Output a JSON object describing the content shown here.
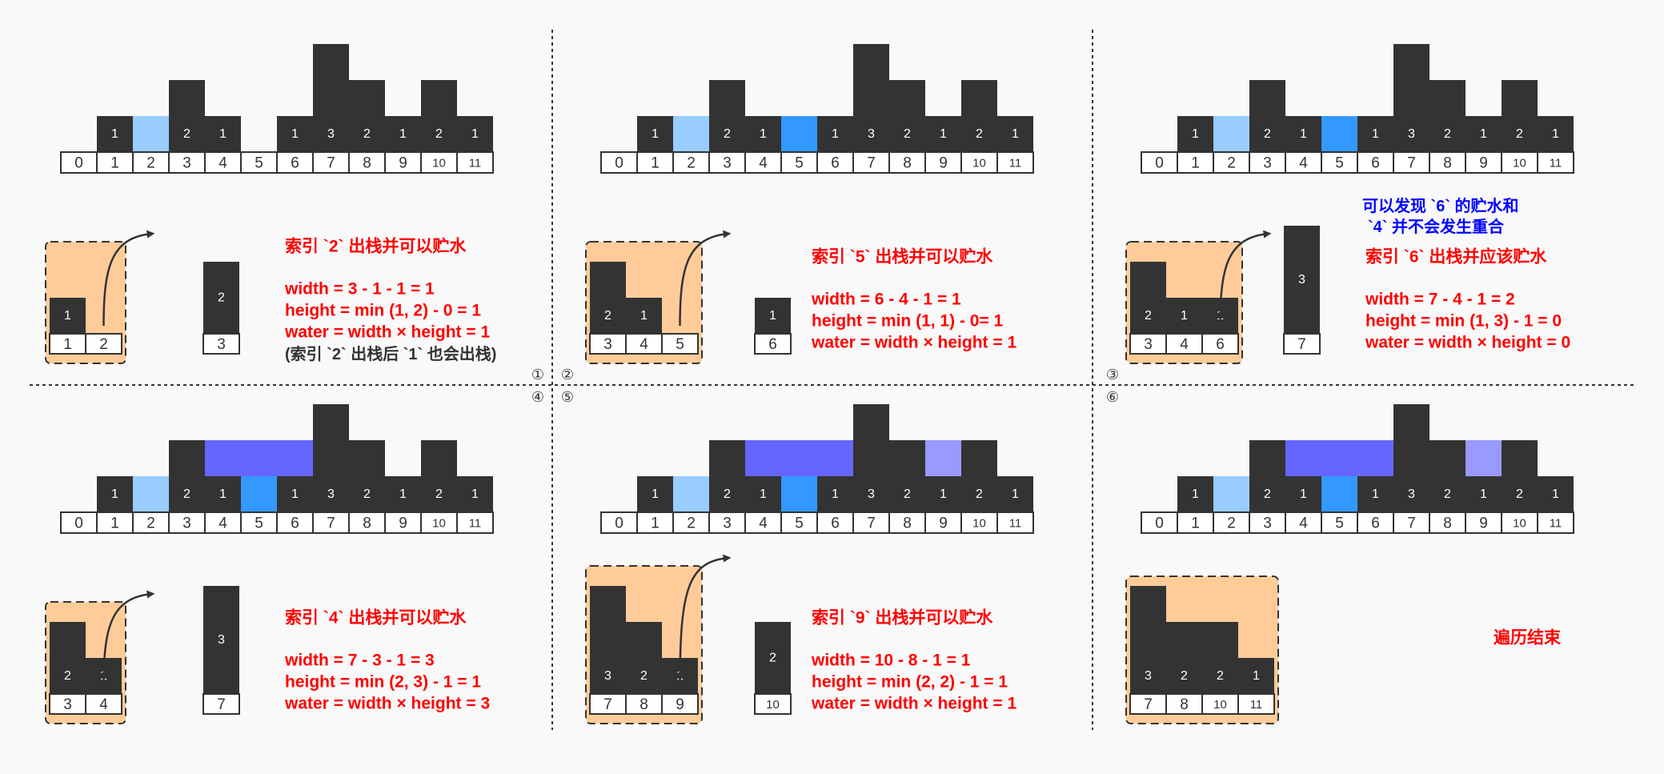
{
  "colors": {
    "bar": "#333333",
    "bar_text": "#ffffff",
    "water_light": "#99ccff",
    "water_blue": "#3399ff",
    "water_indigo": "#6666ff",
    "water_lavender": "#9999ff",
    "stack_bg": "#ffcc99",
    "red_text": "#ff0000",
    "blue_text": "#0000ff",
    "dark_text": "#333333",
    "divider": "#333333"
  },
  "heights": [
    0,
    1,
    0,
    2,
    1,
    0,
    1,
    3,
    2,
    1,
    2,
    1
  ],
  "index_labels": [
    "0",
    "1",
    "2",
    "3",
    "4",
    "5",
    "6",
    "7",
    "8",
    "9",
    "10",
    "11"
  ],
  "markers": [
    "①",
    "②",
    "③",
    "④",
    "⑤",
    "⑥"
  ],
  "panels": [
    {
      "water": [
        {
          "from": 2,
          "to": 2,
          "level": 1,
          "color": "water_light"
        }
      ],
      "stack": [
        {
          "h": 1,
          "label": "1",
          "idx": "1"
        },
        {
          "h": 0,
          "label": "",
          "idx": "2"
        }
      ],
      "popped": {
        "h": 2,
        "label": "2",
        "idx": "3"
      },
      "text": {
        "title": "索引 `2` 出栈并可以贮水",
        "width": "width = 3 - 1 - 1 = 1",
        "height": "height = min (1, 2) - 0 = 1",
        "water": "water = width × height = 1",
        "note": "(索引 `2` 出栈后 `1` 也会出栈)"
      }
    },
    {
      "water": [
        {
          "from": 2,
          "to": 2,
          "level": 1,
          "color": "water_light"
        },
        {
          "from": 5,
          "to": 5,
          "level": 1,
          "color": "water_blue"
        }
      ],
      "stack": [
        {
          "h": 2,
          "label": "2",
          "idx": "3"
        },
        {
          "h": 1,
          "label": "1",
          "idx": "4"
        },
        {
          "h": 0,
          "label": "",
          "idx": "5"
        }
      ],
      "popped": {
        "h": 1,
        "label": "1",
        "idx": "6"
      },
      "text": {
        "title": "索引 `5` 出栈并可以贮水",
        "width": "width = 6 - 4 - 1 = 1",
        "height": "height = min (1, 1) - 0= 1",
        "water": "water = width × height = 1"
      }
    },
    {
      "water": [
        {
          "from": 2,
          "to": 2,
          "level": 1,
          "color": "water_light"
        },
        {
          "from": 5,
          "to": 5,
          "level": 1,
          "color": "water_blue"
        }
      ],
      "stack": [
        {
          "h": 2,
          "label": "2",
          "idx": "3"
        },
        {
          "h": 1,
          "label": "1",
          "idx": "4"
        },
        {
          "h": 1,
          "label": "1",
          "idx": "6"
        }
      ],
      "popped": {
        "h": 3,
        "label": "3",
        "idx": "7"
      },
      "text": {
        "note_blue_1": "可以发现 `6` 的贮水和",
        "note_blue_2": "`4` 并不会发生重合",
        "title": "索引 `6` 出栈并应该贮水",
        "width": "width = 7 - 4 - 1 = 2",
        "height": "height = min (1, 3) - 1 = 0",
        "water": "water = width × height = 0"
      }
    },
    {
      "water": [
        {
          "from": 2,
          "to": 2,
          "level": 1,
          "color": "water_light"
        },
        {
          "from": 5,
          "to": 5,
          "level": 1,
          "color": "water_blue"
        },
        {
          "from": 4,
          "to": 6,
          "level": 2,
          "color": "water_indigo"
        }
      ],
      "stack": [
        {
          "h": 2,
          "label": "2",
          "idx": "3"
        },
        {
          "h": 1,
          "label": "1",
          "idx": "4"
        }
      ],
      "popped": {
        "h": 3,
        "label": "3",
        "idx": "7"
      },
      "text": {
        "title": "索引 `4` 出栈并可以贮水",
        "width": "width = 7 - 3 - 1 = 3",
        "height": "height = min (2, 3) - 1 = 1",
        "water": "water = width × height = 3"
      }
    },
    {
      "water": [
        {
          "from": 2,
          "to": 2,
          "level": 1,
          "color": "water_light"
        },
        {
          "from": 5,
          "to": 5,
          "level": 1,
          "color": "water_blue"
        },
        {
          "from": 4,
          "to": 6,
          "level": 2,
          "color": "water_indigo"
        },
        {
          "from": 9,
          "to": 9,
          "level": 2,
          "color": "water_lavender"
        }
      ],
      "stack": [
        {
          "h": 3,
          "label": "3",
          "idx": "7"
        },
        {
          "h": 2,
          "label": "2",
          "idx": "8"
        },
        {
          "h": 1,
          "label": "1",
          "idx": "9"
        }
      ],
      "popped": {
        "h": 2,
        "label": "2",
        "idx": "10"
      },
      "text": {
        "title": "索引 `9` 出栈并可以贮水",
        "width": "width = 10 - 8 - 1 = 1",
        "height": "height = min (2, 2) - 1 = 1",
        "water": "water = width × height = 1"
      }
    },
    {
      "water": [
        {
          "from": 2,
          "to": 2,
          "level": 1,
          "color": "water_light"
        },
        {
          "from": 5,
          "to": 5,
          "level": 1,
          "color": "water_blue"
        },
        {
          "from": 4,
          "to": 6,
          "level": 2,
          "color": "water_indigo"
        },
        {
          "from": 9,
          "to": 9,
          "level": 2,
          "color": "water_lavender"
        }
      ],
      "stack": [
        {
          "h": 3,
          "label": "3",
          "idx": "7"
        },
        {
          "h": 2,
          "label": "2",
          "idx": "8"
        },
        {
          "h": 2,
          "label": "2",
          "idx": "10"
        },
        {
          "h": 1,
          "label": "1",
          "idx": "11"
        }
      ],
      "popped": null,
      "text": {
        "end": "遍历结束"
      }
    }
  ]
}
